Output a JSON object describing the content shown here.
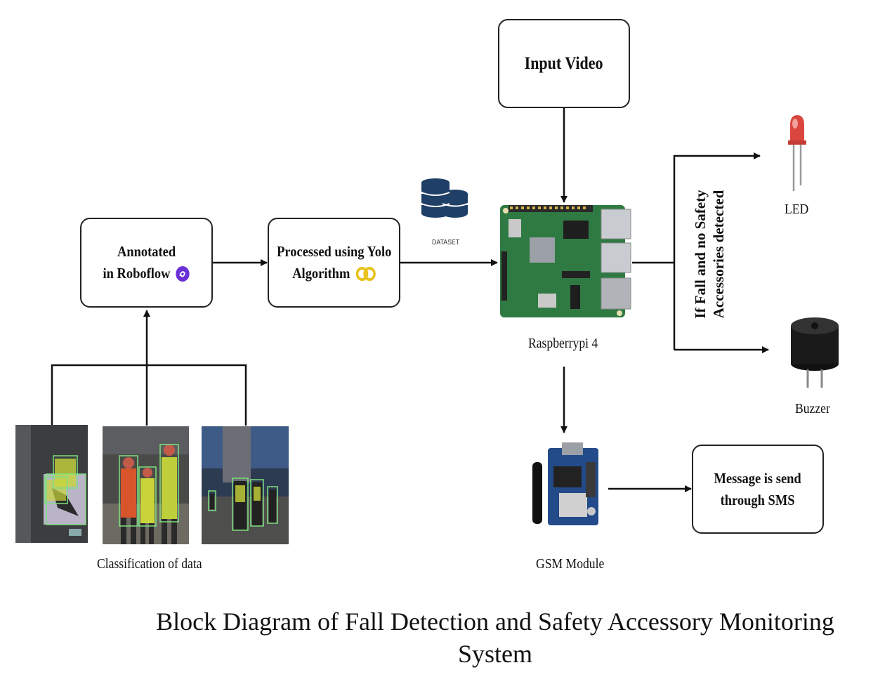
{
  "nodes": {
    "input_video": "Input Video",
    "annotated": [
      "Annotated",
      "in Roboflow"
    ],
    "processed": [
      "Processed using Yolo",
      "Algorithm"
    ],
    "message": [
      "Message is send",
      "through SMS"
    ]
  },
  "labels": {
    "dataset": "DATASET",
    "raspberry": "Raspberrypi 4",
    "led": "LED",
    "buzzer": "Buzzer",
    "gsm": "GSM Module",
    "classification": "Classification of data",
    "condition": [
      "If Fall and no Safety",
      "Accessories detected"
    ]
  },
  "caption": "Block Diagram of Fall Detection and Safety Accessory Monitoring System",
  "colors": {
    "roboflow_icon": "#6a2fd6",
    "yolo_icon": "#e8c21a",
    "board_green": "#2f7a43",
    "led_red": "#d9463e",
    "dataset_blue": "#1f3f66"
  }
}
